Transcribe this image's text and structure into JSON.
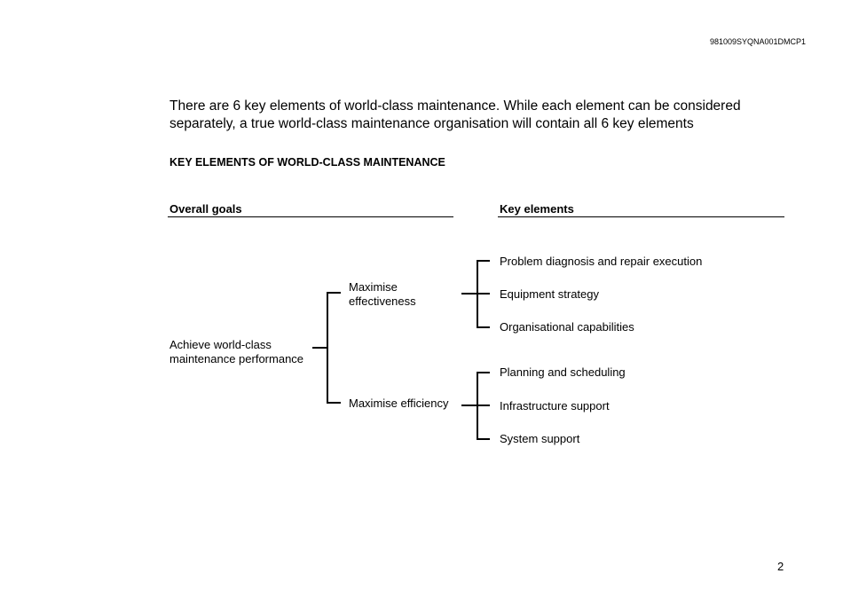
{
  "header": {
    "doc_id": "981009SYQNA001DMCP1"
  },
  "intro": "There are 6 key elements of world-class maintenance. While each element can be considered separately, a true world-class maintenance organisation will contain all 6 key elements",
  "section_title": "KEY ELEMENTS OF WORLD-CLASS MAINTENANCE",
  "columns": {
    "goals": "Overall goals",
    "elements": "Key elements"
  },
  "tree": {
    "root": "Achieve world-class maintenance performance",
    "goals": [
      {
        "label": "Maximise effectiveness"
      },
      {
        "label": "Maximise efficiency"
      }
    ],
    "elements": [
      "Problem diagnosis and repair execution",
      "Equipment strategy",
      "Organisational capabilities",
      "Planning and scheduling",
      "Infrastructure support",
      "System support"
    ]
  },
  "footer": {
    "page_number": "2"
  }
}
